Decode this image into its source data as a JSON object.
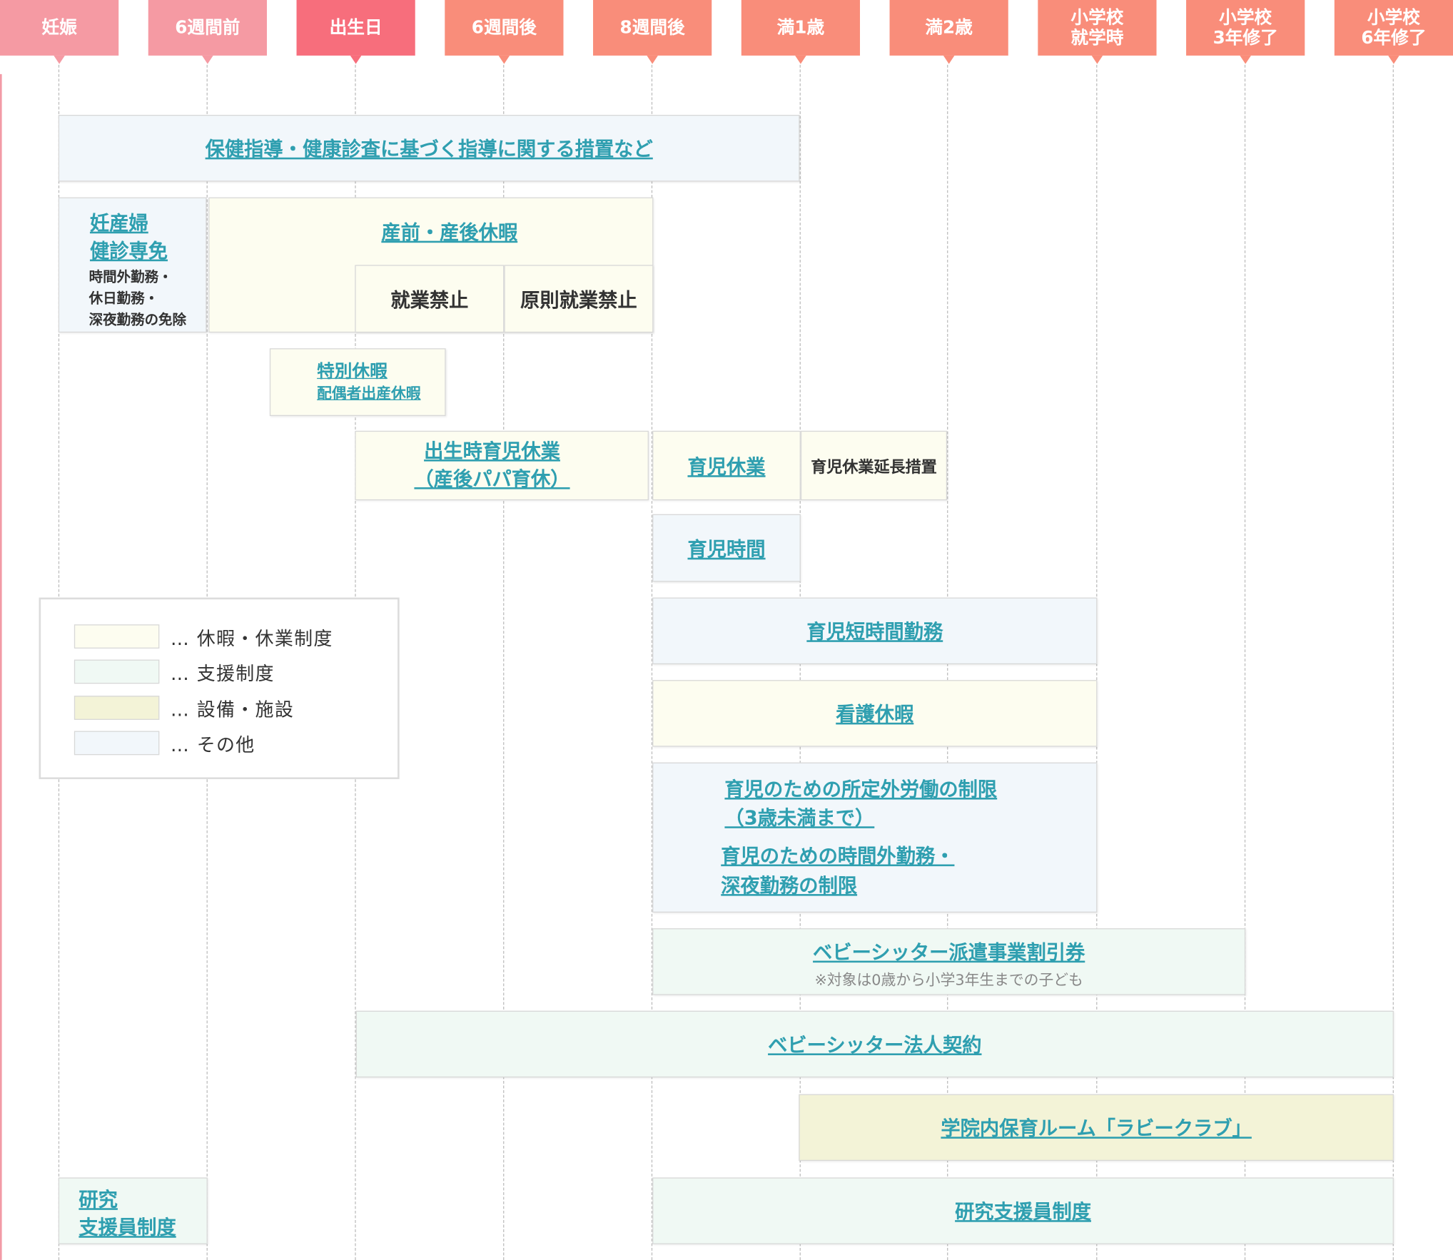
{
  "colors": {
    "header_soft": "#f59aa3",
    "header_strong": "#f76e7c",
    "header_salmon": "#f98d7a",
    "leave": "#fdfdf0",
    "support": "#f0f9f4",
    "facility": "#f3f3d7",
    "other": "#f2f7fb",
    "link": "#2f9fb0"
  },
  "timeline": [
    "妊娠",
    "6週間前",
    "出生日",
    "6週間後",
    "8週間後",
    "満1歳",
    "満2歳",
    "小学校\n就学時",
    "小学校\n3年修了",
    "小学校\n6年修了"
  ],
  "items": {
    "hoken": "保健指導・健康診査に基づく指導に関する措置など",
    "ninsanpu_1": "妊産婦",
    "ninsanpu_2": "健診専免",
    "ninsanpu_note_1": "時間外勤務・",
    "ninsanpu_note_2": "休日勤務・",
    "ninsanpu_note_3": "深夜勤務の免除",
    "sanzen": "産前・産後休暇",
    "shugyo_kinshi": "就業禁止",
    "gensoku_kinshi": "原則就業禁止",
    "tokubetsu_1": "特別休暇",
    "tokubetsu_2": "配偶者出産休暇",
    "papa_1": "出生時育児休業",
    "papa_2": "（産後パパ育休）",
    "ikuji_kyugyo": "育児休業",
    "encho": "育児休業延長措置",
    "ikuji_jikan": "育児時間",
    "tanjikan": "育児短時間勤務",
    "kango": "看護休暇",
    "shoteigai_1": "育児のための所定外労働の制限",
    "shoteigai_2": "（3歳未満まで）",
    "jikangai_1": "育児のための時間外勤務・",
    "jikangai_2": "深夜勤務の制限",
    "sitter_haken": "ベビーシッター派遣事業割引券",
    "sitter_note": "※対象は0歳から小学3年生までの子ども",
    "sitter_hojin": "ベビーシッター法人契約",
    "rabi": "学院内保育ルーム「ラビークラブ」",
    "kenkyu_short_1": "研究",
    "kenkyu_short_2": "支援員制度",
    "kenkyu": "研究支援員制度"
  },
  "legend": [
    {
      "label": "… 休暇・休業制度",
      "color": "#fdfdf0"
    },
    {
      "label": "… 支援制度",
      "color": "#f0f9f4"
    },
    {
      "label": "… 設備・施設",
      "color": "#f3f3d7"
    },
    {
      "label": "… その他",
      "color": "#f2f7fb"
    }
  ]
}
